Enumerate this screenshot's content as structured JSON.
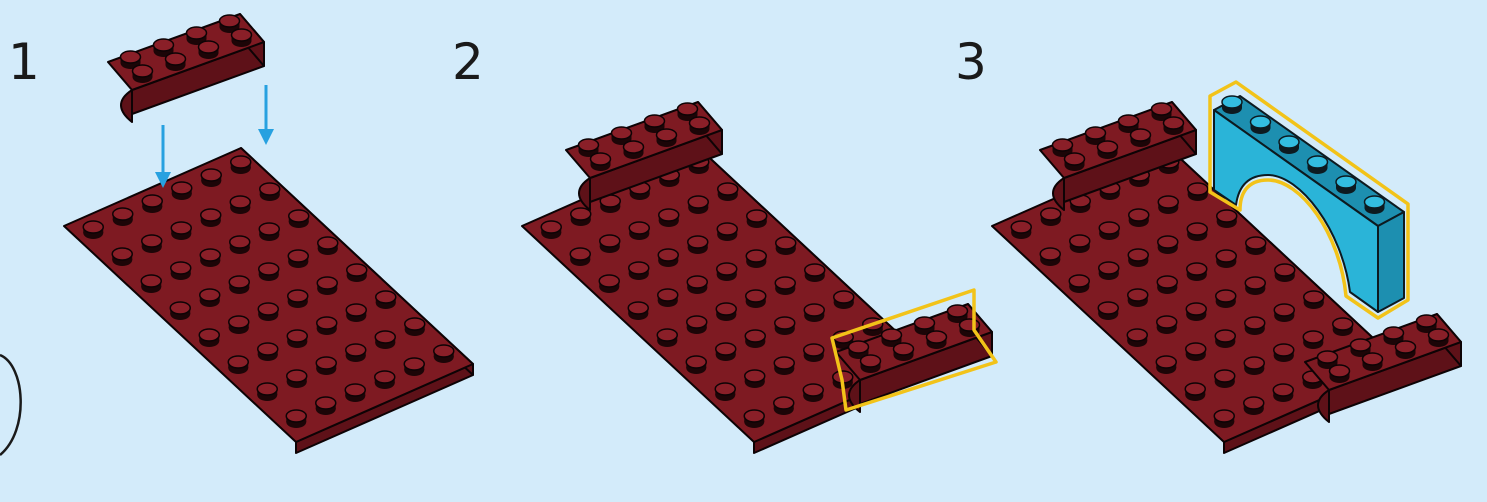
{
  "steps": [
    {
      "number": "1"
    },
    {
      "number": "2"
    },
    {
      "number": "3"
    }
  ],
  "colors": {
    "background": "#d3ebfa",
    "brick_dark_red": "#7e1a22",
    "brick_blue": "#2ab4d8",
    "arrow_blue": "#27a1e0",
    "highlight_yellow": "#f2c319",
    "number_text": "#1a1a1a"
  },
  "icons": [
    "down-arrow-icon",
    "new-part-highlight"
  ]
}
